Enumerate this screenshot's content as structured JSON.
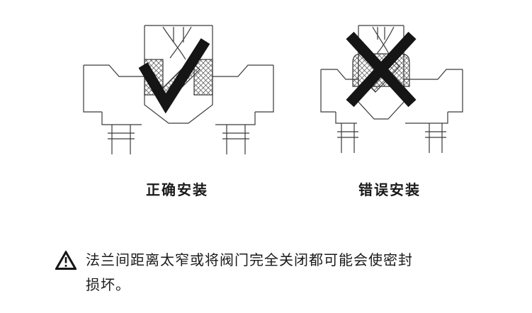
{
  "diagrams": {
    "correct": {
      "label": "正确安装",
      "mark": "check"
    },
    "incorrect": {
      "label": "错误安装",
      "mark": "cross"
    }
  },
  "warning": {
    "lines": [
      "法兰间距离太窄或将阀门完全关闭都可能会使密封",
      "损坏。"
    ]
  },
  "icons": {
    "check_mark": "checkmark-icon",
    "cross_mark": "cross-mark-icon",
    "warning_triangle": "warning-triangle-icon"
  },
  "colors": {
    "line": "#3a3a3a",
    "hatch": "#4a4a4a",
    "mark": "#151515",
    "text": "#1a1a1a",
    "background": "#ffffff"
  }
}
